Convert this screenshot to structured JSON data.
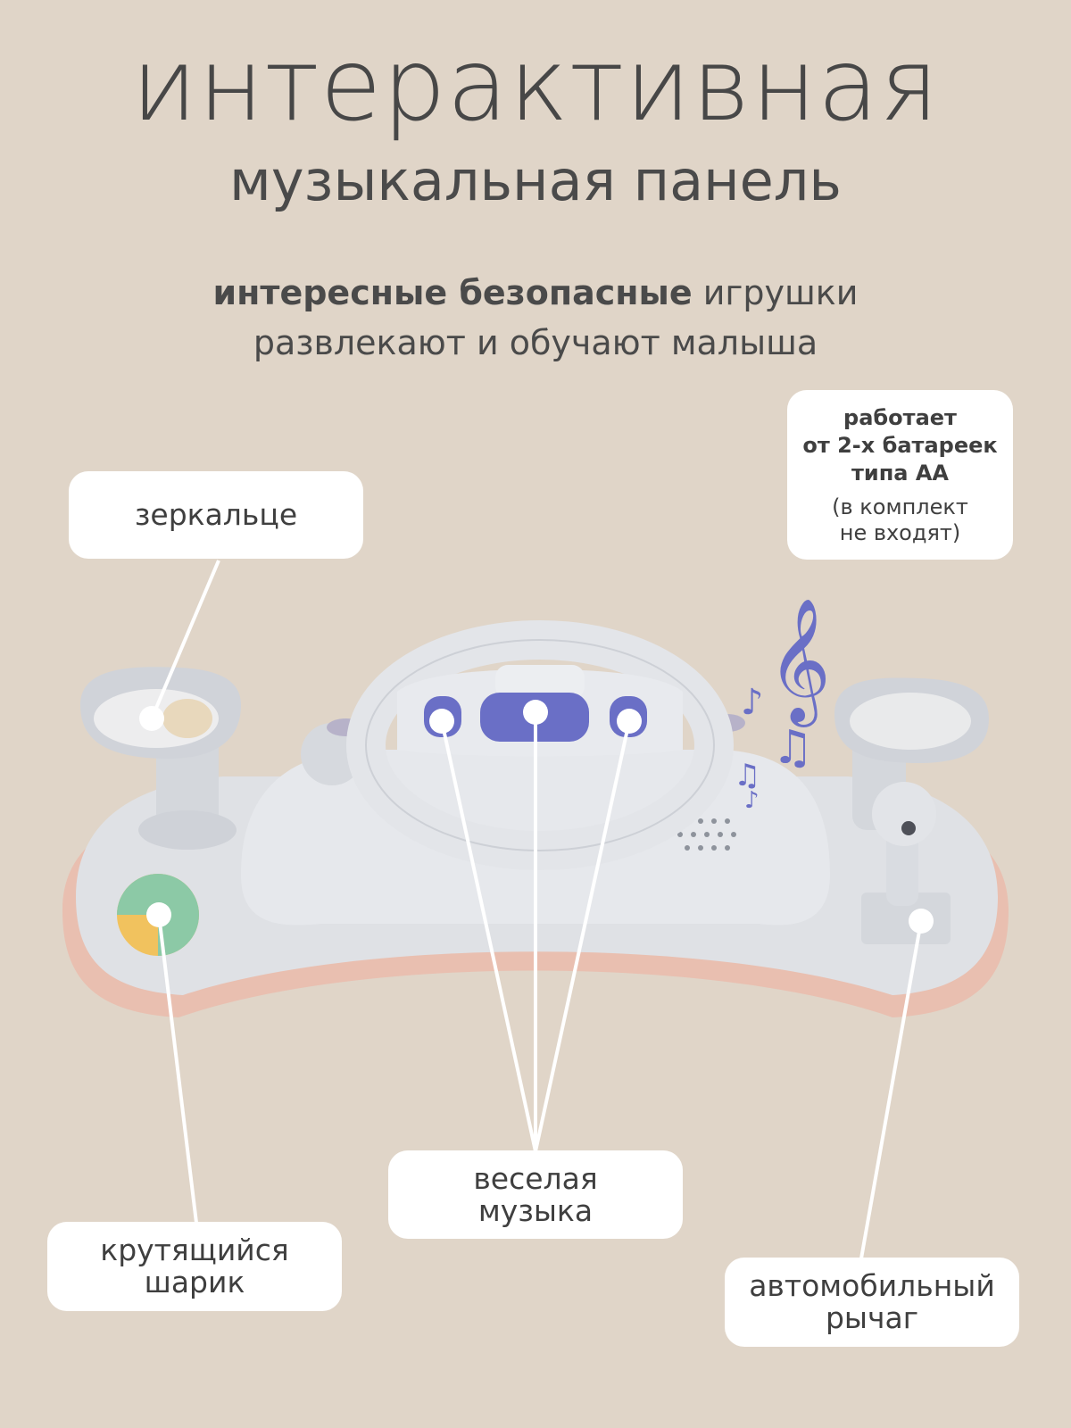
{
  "header": {
    "title": "интерактивная",
    "subtitle": "музыкальная панель",
    "tagline_bold": "интересные безопасные",
    "tagline_rest": " игрушки",
    "tagline_line2": "развлекают и обучают малыша"
  },
  "callouts": {
    "mirror": {
      "line1": "зеркальце"
    },
    "battery": {
      "line1": "работает",
      "line2": "от 2-х батареек",
      "line3": "типа АА",
      "note1": "(в комплект",
      "note2": "не входят)"
    },
    "music": {
      "line1": "веселая",
      "line2": "музыка"
    },
    "ball": {
      "line1": "крутящийся",
      "line2": "шарик"
    },
    "lever": {
      "line1": "автомобильный",
      "line2": "рычаг"
    }
  },
  "colors": {
    "background": "#e0d5c8",
    "toy_body": "#dfe1e5",
    "toy_base_rim": "#e9bfb0",
    "buttons": "#6a6fc6",
    "notes": "#6a6fc6",
    "ball_yellow": "#f1c25e",
    "ball_green": "#8cc9a6"
  }
}
